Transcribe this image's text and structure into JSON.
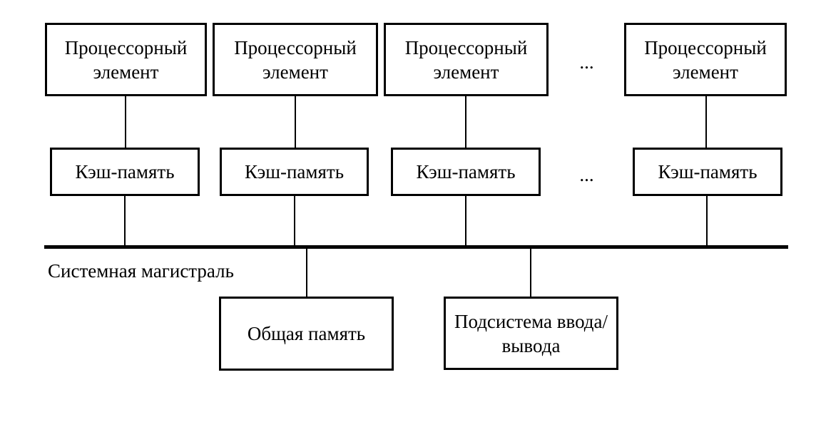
{
  "diagram": {
    "title_semantic": "SMP multiprocessor architecture diagram",
    "columns": [
      {
        "processor_label": "Процессорный элемент",
        "cache_label": "Кэш-память"
      },
      {
        "processor_label": "Процессорный элемент",
        "cache_label": "Кэш-память"
      },
      {
        "processor_label": "Процессорный элемент",
        "cache_label": "Кэш-память"
      },
      {
        "processor_label": "Процессорный элемент",
        "cache_label": "Кэш-память"
      }
    ],
    "ellipsis": "...",
    "bus_label": "Системная магистраль",
    "shared_memory_label": "Общая память",
    "io_subsystem_label": "Подсистема ввода/вывода",
    "colors": {
      "background": "#ffffff",
      "line": "#000000",
      "text": "#000000"
    }
  }
}
